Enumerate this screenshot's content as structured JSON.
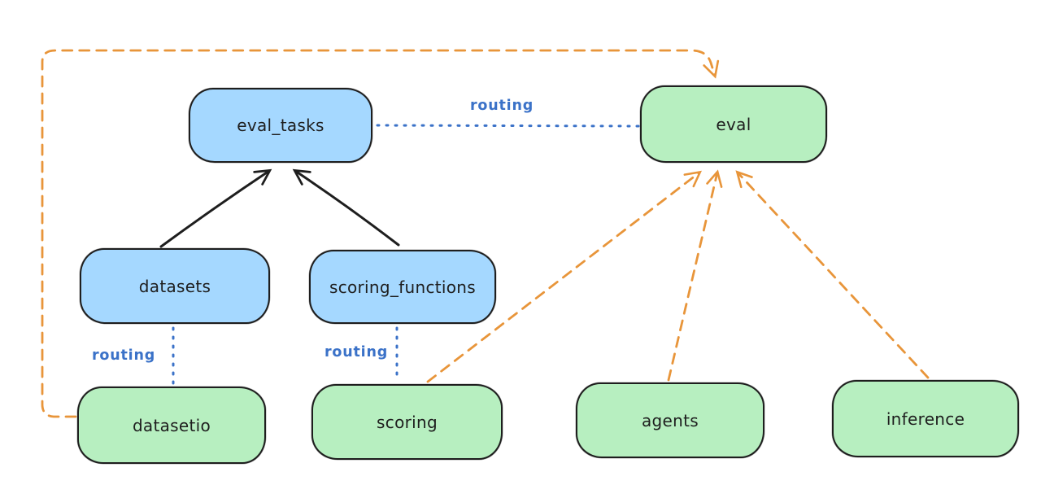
{
  "diagram": {
    "type": "architecture-diagram",
    "style": "hand-drawn",
    "background": "#ffffff"
  },
  "nodes": {
    "eval_tasks": {
      "label": "eval_tasks",
      "fill": "blue"
    },
    "eval": {
      "label": "eval",
      "fill": "green"
    },
    "datasets": {
      "label": "datasets",
      "fill": "blue"
    },
    "scoring_functions": {
      "label": "scoring_functions",
      "fill": "blue"
    },
    "datasetio": {
      "label": "datasetio",
      "fill": "green"
    },
    "scoring": {
      "label": "scoring",
      "fill": "green"
    },
    "agents": {
      "label": "agents",
      "fill": "green"
    },
    "inference": {
      "label": "inference",
      "fill": "green"
    }
  },
  "edges": [
    {
      "from": "datasets",
      "to": "eval_tasks",
      "style": "solid",
      "color": "black",
      "arrow": true
    },
    {
      "from": "scoring_functions",
      "to": "eval_tasks",
      "style": "solid",
      "color": "black",
      "arrow": true
    },
    {
      "from": "eval_tasks",
      "to": "eval",
      "style": "dotted",
      "color": "blue",
      "arrow": false,
      "label": "routing"
    },
    {
      "from": "datasets",
      "to": "datasetio",
      "style": "dotted",
      "color": "blue",
      "arrow": false,
      "label": "routing"
    },
    {
      "from": "scoring_functions",
      "to": "scoring",
      "style": "dotted",
      "color": "blue",
      "arrow": false,
      "label": "routing"
    },
    {
      "from": "datasetio",
      "to": "eval",
      "style": "dashed",
      "color": "orange",
      "arrow": true
    },
    {
      "from": "scoring",
      "to": "eval",
      "style": "dashed",
      "color": "orange",
      "arrow": true
    },
    {
      "from": "agents",
      "to": "eval",
      "style": "dashed",
      "color": "orange",
      "arrow": true
    },
    {
      "from": "inference",
      "to": "eval",
      "style": "dashed",
      "color": "orange",
      "arrow": true
    }
  ],
  "edge_labels": {
    "eval_tasks_eval": "routing",
    "datasets_datasetio": "routing",
    "scoring_functions_scoring": "routing"
  },
  "colors": {
    "blue_fill": "#a5d8ff",
    "green_fill": "#b7efc0",
    "stroke": "#1e1e1e",
    "orange": "#e8953a",
    "routing_blue": "#3b72c8"
  }
}
